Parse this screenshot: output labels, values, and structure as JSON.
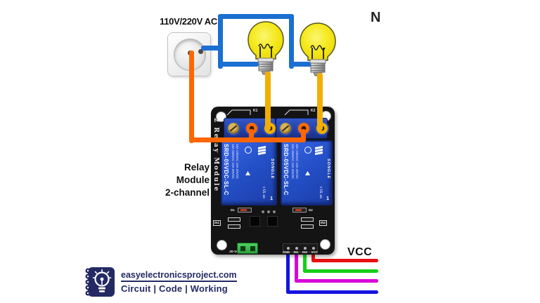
{
  "scene": {
    "ac_source_label": "110V/220V AC",
    "stray_letter": "N",
    "module_caption_lines": [
      "Relay",
      "Module",
      "2-channel"
    ],
    "vcc_label": "VCC"
  },
  "module": {
    "side_label": "2 Relay Module",
    "silk": {
      "k1": "K1",
      "k2": "K2",
      "d1": "D1",
      "d2": "D2",
      "in1": "IN1",
      "in2": "IN2",
      "jumper": "JD-VCC VCC GND"
    },
    "relays": [
      {
        "model": "SRD-05VDC-SL-C",
        "brand": "SONGLE",
        "rating_line1": "10A 250VAC 10A 30VDC",
        "rating_line2": "10A 125VAC 10A 28VDC",
        "ul_mark": "c UL us",
        "form_mark": "1"
      },
      {
        "model": "SRD-05VDC-SL-C",
        "brand": "SONGLE",
        "rating_line1": "10A 250VAC 10A 30VDC",
        "rating_line2": "10A 125VAC 10A 28VDC",
        "ul_mark": "c UL us",
        "form_mark": "1"
      }
    ],
    "pin_labels": [
      "GND",
      "IN1",
      "IN2",
      "VCC"
    ]
  },
  "colors": {
    "ac_live_wire": "#ff6600",
    "ac_neutral_wire": "#1b6fd0",
    "lamp_wire": "#f2af00",
    "vcc_wire": "#e81111",
    "in2_wire": "#17cf17",
    "in1_wire": "#d900d9",
    "gnd_wire": "#1414e0",
    "relay_body": "#2753c9",
    "pcb": "#141414",
    "brand_navy": "#232a63"
  },
  "footer": {
    "site": "easyelectronicsproject.com",
    "tagline": "Circuit | Code | Working"
  }
}
